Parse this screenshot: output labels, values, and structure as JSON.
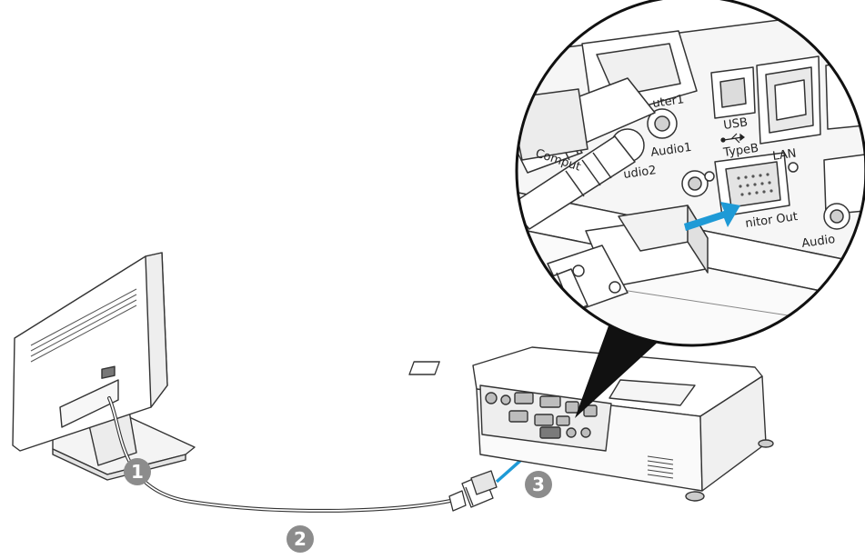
{
  "callouts": [
    {
      "id": "1",
      "label": "1",
      "target": "external monitor"
    },
    {
      "id": "2",
      "label": "2",
      "target": "monitor cable"
    },
    {
      "id": "3",
      "label": "3",
      "target": "Monitor Out port"
    }
  ],
  "port_labels": {
    "computer1": "uter1",
    "computer2": "Comput",
    "audio2": "udio2",
    "audio1": "Audio1",
    "usb_line1": "USB",
    "usb_line2": "TypeB",
    "lan": "LAN",
    "monitor_out": "nitor Out",
    "audio_out": "Audio"
  },
  "colors": {
    "callout_fill": "#8c8c8c",
    "arrow": "#1e9ad6",
    "line": "#333333",
    "device_fill": "#ffffff",
    "panel_fill": "#f2f2f2"
  },
  "icons": {
    "usb": "usb-icon"
  }
}
